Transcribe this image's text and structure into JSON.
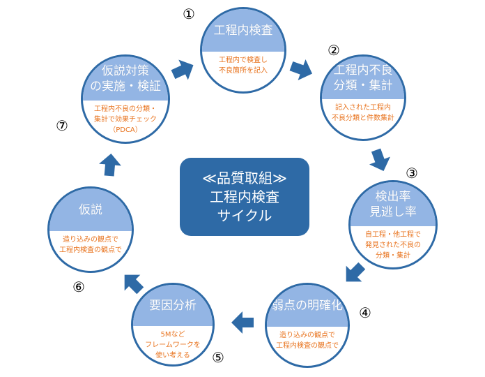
{
  "center_label": "≪品質取組≫\n工程内検査\nサイクル",
  "steps": [
    {
      "number": "①",
      "title": "工程内検査",
      "description": "工程内で検査し\n不良箇所を記入"
    },
    {
      "number": "②",
      "title": "工程内不良\n分類・集計",
      "description": "記入された工程内\n不良分類と件数集計"
    },
    {
      "number": "③",
      "title": "検出率\n見逃し率",
      "description": "自工程・他工程で\n発見された不良の\n分類・集計"
    },
    {
      "number": "④",
      "title": "弱点の明確化",
      "description": "造り込みの観点で\n工程内検査の観点で"
    },
    {
      "number": "⑤",
      "title": "要因分析",
      "description": "5Mなど\nフレームワークを\n使い考える"
    },
    {
      "number": "⑥",
      "title": "仮説",
      "description": "造り込みの観点で\n工程内検査の観点で"
    },
    {
      "number": "⑦",
      "title": "仮説対策\nの実施・検証",
      "description": "工程内不良の分類・\n集計で効果チェック\n（PDCA）"
    }
  ],
  "colors": {
    "dark_blue": "#2e6aa6",
    "light_blue": "#93b5e4",
    "orange": "#e8731e"
  }
}
